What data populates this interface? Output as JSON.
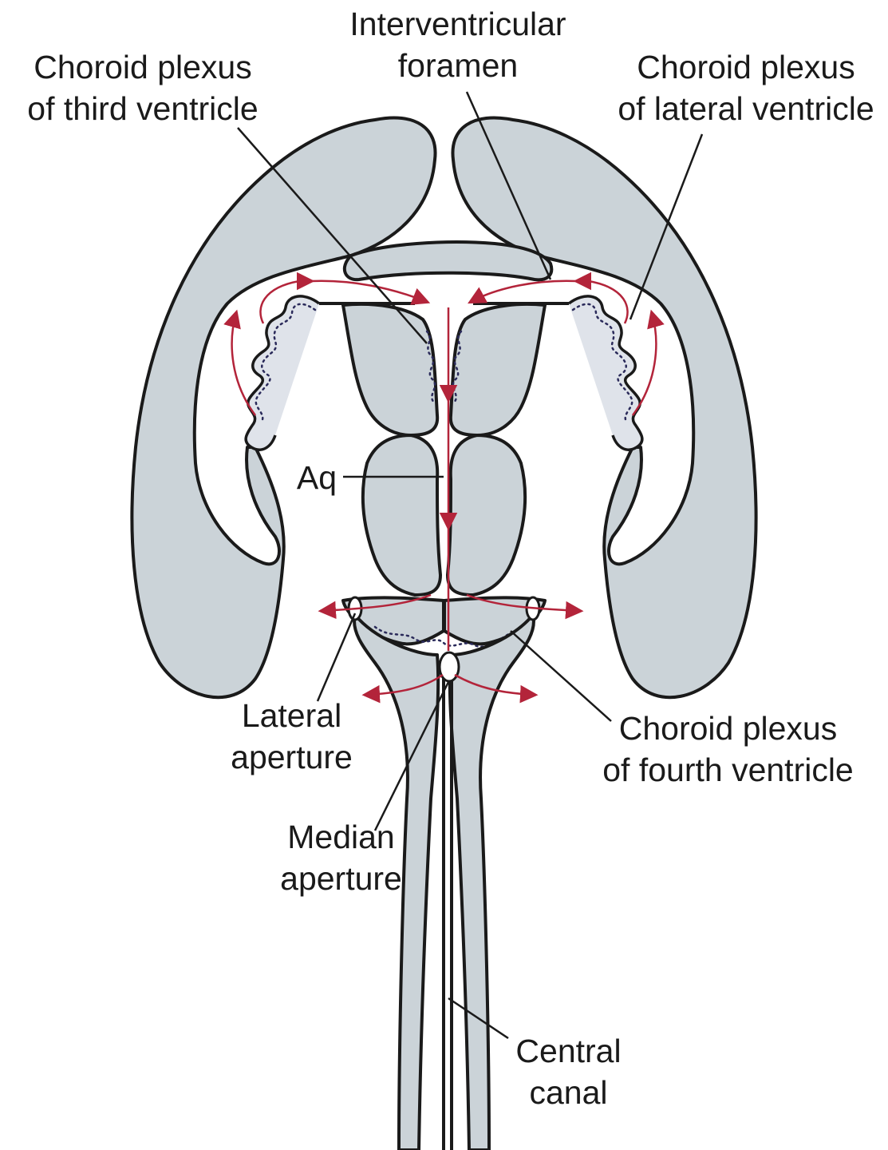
{
  "labels": {
    "interventricular_foramen": [
      "Interventricular",
      "foramen"
    ],
    "choroid_plexus_third": [
      "Choroid plexus",
      "of third ventricle"
    ],
    "choroid_plexus_lateral": [
      "Choroid plexus",
      "of lateral ventricle"
    ],
    "aqueduct": "Aq",
    "lateral_aperture": [
      "Lateral",
      "aperture"
    ],
    "choroid_plexus_fourth": [
      "Choroid plexus",
      "of fourth ventricle"
    ],
    "median_aperture": [
      "Median",
      "aperture"
    ],
    "central_canal": [
      "Central",
      "canal"
    ]
  },
  "colors": {
    "tissue": "#cbd3d8",
    "outline": "#1a1a1a",
    "csf_flow": "#b3243a",
    "plexus_dots": "#2a2a5a"
  }
}
